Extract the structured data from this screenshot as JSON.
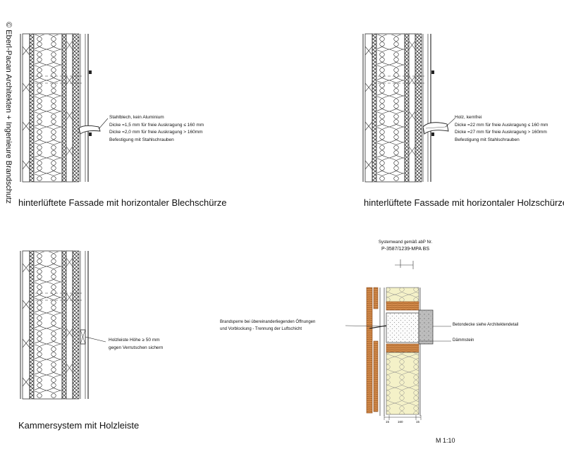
{
  "copyright": "© Eberl-Pacan Architekten + Ingenieure Brandschutz",
  "scale": "M 1:10",
  "details": [
    {
      "caption": "hinterlüftete Fassade mit horizontaler Blechschürze",
      "notes": [
        "Stahlblech, kein Aluminium",
        "Dicke =1,5 mm für freie Auskragung ≤ 160 mm",
        "Dicke =2,0 mm für freie Auskragung > 160mm",
        "Befestigung mit Stahlschrauben"
      ]
    },
    {
      "caption": "hinterlüftete Fassade mit horizontaler Holzschürze",
      "notes": [
        "Holz, kernfrei",
        "Dicke =22 mm für freie Auskragung ≤ 160 mm",
        "Dicke =27 mm für freie Auskragung > 160mm",
        "Befestigung mit Stahlschrauben"
      ]
    },
    {
      "caption": "Kammersystem mit Holzleiste",
      "notes": [
        "Holzleiste Höhe ≥ 50 mm",
        "gegen Verrutschen sichern"
      ]
    },
    {
      "header": [
        "Systemwand gemäß abP Nr.",
        "P-3587/1239-MPA BS"
      ],
      "left_notes": [
        "Brandsperre bei übereinanderliegenden Öffnungen",
        "und Vorblockung - Trennung der Luftschicht"
      ],
      "right_notes": [
        "Betondecke siehe Architektendetail",
        "Dämmstein"
      ],
      "dimensions": [
        "15",
        "160",
        "15"
      ]
    }
  ]
}
